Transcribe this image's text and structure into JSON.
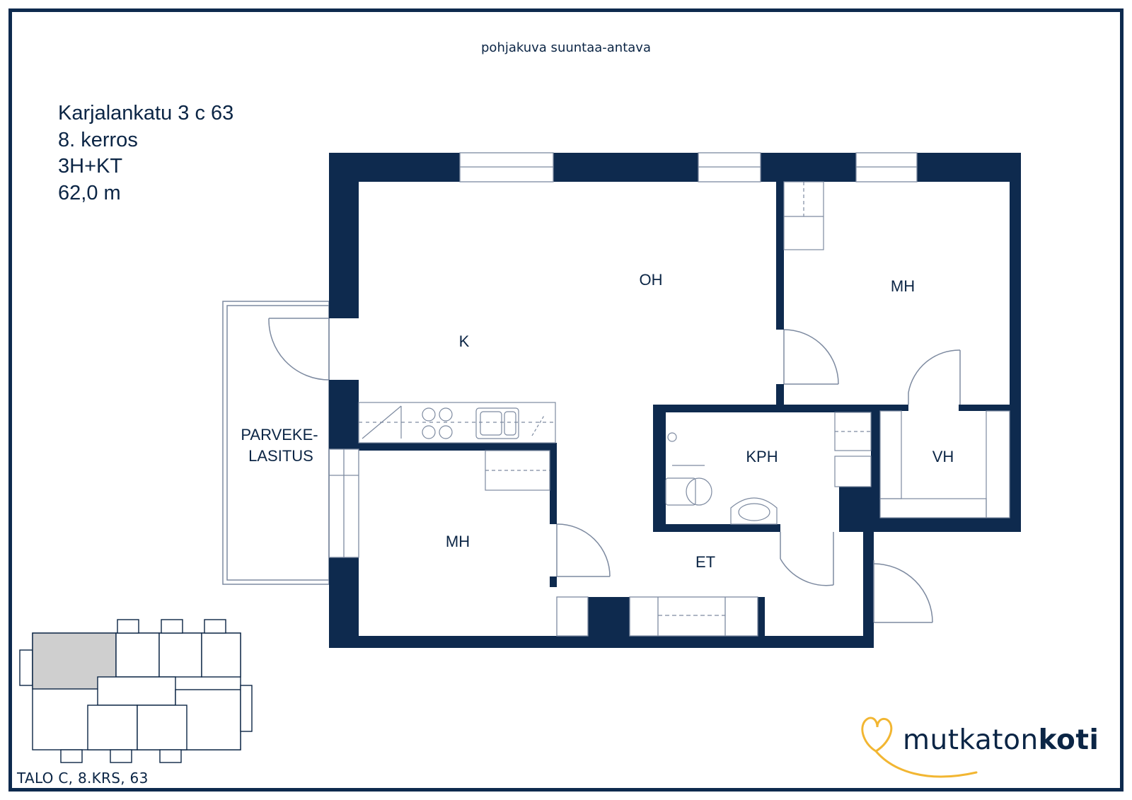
{
  "subtitle": "pohjakuva suuntaa-antava",
  "apartment": {
    "address": "Karjalankatu 3 c 63",
    "floor": "8. kerros",
    "type": "3H+KT",
    "area": "62,0 m"
  },
  "rooms": {
    "living": "OH",
    "kitchen": "K",
    "bedroom_ne": "MH",
    "bedroom_sw": "MH",
    "bathroom": "KPH",
    "closet": "VH",
    "hall": "ET",
    "balcony_line1": "PARVEKE-",
    "balcony_line2": "LASITUS"
  },
  "site_label": "TALO C, 8.KRS, 63",
  "brand": {
    "regular": "mutkaton",
    "bold": "koti"
  },
  "colors": {
    "wall": "#0e2a4e",
    "line": "#7d8aa0",
    "highlight": "#cfcfcf",
    "logo_accent": "#f2b632"
  }
}
